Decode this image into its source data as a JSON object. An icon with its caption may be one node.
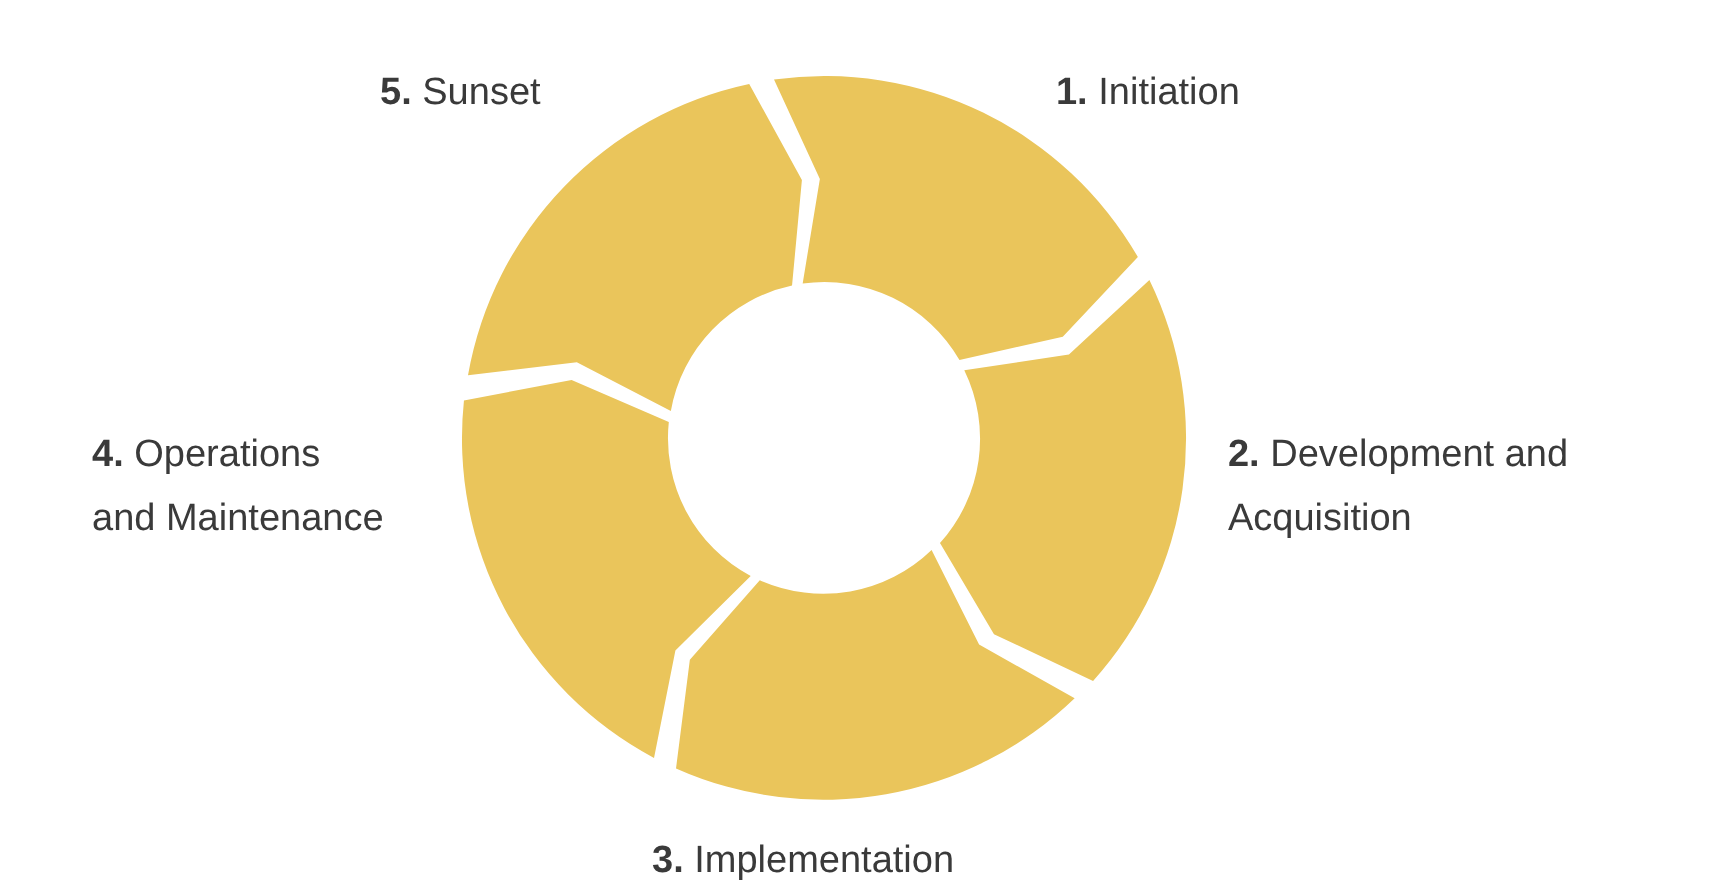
{
  "diagram": {
    "nodes": [
      {
        "text": [
          "**1.** Initiation"
        ]
      },
      {
        "text": [
          "**2.** Development and Acquisition"
        ]
      },
      {
        "text": [
          "**3.** Implementation"
        ]
      },
      {
        "text": [
          "**4.** Operations and Maintenance"
        ]
      },
      {
        "text": [
          "**5.** Sunset"
        ]
      }
    ]
  }
}
